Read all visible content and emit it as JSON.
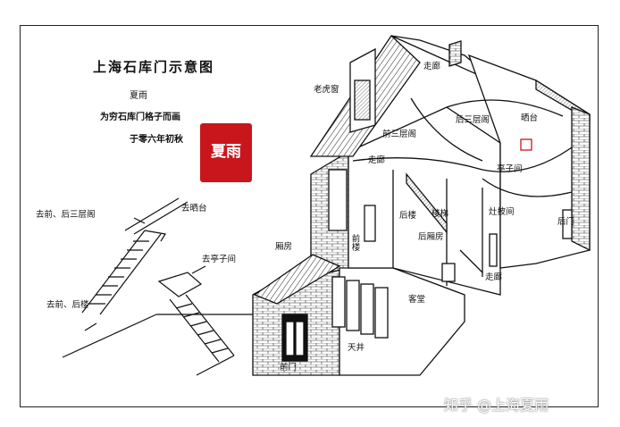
{
  "title": "上海石库门示意图",
  "author": "夏雨",
  "subtitle_line1": "为穷石库门格子而画",
  "subtitle_line2": "于零六年初秋",
  "seal_text": "夏雨",
  "stair_labels": {
    "front_back_third": "去前、后三层阁",
    "balcony": "去晒台",
    "pavilion": "去亭子间",
    "front_back_building": "去前、后楼"
  },
  "house_labels": {
    "dormer": "老虎窗",
    "back_corridor": "走廊",
    "front_third": "前三层阁",
    "back_third": "后三层阁",
    "balcony": "晒台",
    "corridor_upper": "走廊",
    "pavilion_room": "亭子间",
    "front_building": "前楼",
    "back_building": "后楼",
    "stairs": "楼梯",
    "stove_room": "灶披间",
    "back_door": "后门",
    "back_wing": "后厢房",
    "wing": "厢房",
    "hall": "客堂",
    "corridor_lower": "走廊",
    "courtyard": "天井",
    "front_door": "前门"
  },
  "watermark": "知乎 @上海夏雨"
}
